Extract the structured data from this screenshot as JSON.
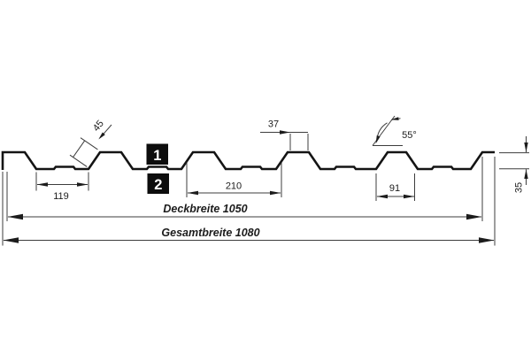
{
  "profile": {
    "side_markers": {
      "top": "1",
      "bottom": "2"
    },
    "dimensions": {
      "slope_length": "45",
      "crest_width": "37",
      "flank_angle": "55°",
      "valley_width": "119",
      "pitch": "210",
      "rib_base": "91",
      "height": "35",
      "cover_width": "Deckbreite 1050",
      "overall_width": "Gesamtbreite 1080"
    }
  }
}
